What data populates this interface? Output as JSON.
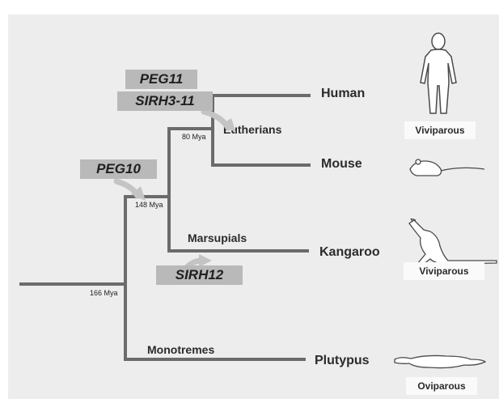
{
  "genes": {
    "peg11": "PEG11",
    "sirh3_11": "SIRH3-11",
    "peg10": "PEG10",
    "sirh12": "SIRH12"
  },
  "times": {
    "t166": "166 Mya",
    "t148": "148 Mya",
    "t80": "80 Mya"
  },
  "clades": {
    "eutherians": "Eutherians",
    "marsupials": "Marsupials",
    "monotremes": "Monotremes"
  },
  "species": {
    "human": "Human",
    "mouse": "Mouse",
    "kangaroo": "Kangaroo",
    "platypus": "Plutypus"
  },
  "reproduction": {
    "eutherian": "Viviparous",
    "marsupial": "Viviparous",
    "monotreme": "Oviparous"
  },
  "icons": {
    "human": "human-silhouette-icon",
    "mouse": "mouse-silhouette-icon",
    "kangaroo": "kangaroo-silhouette-icon",
    "platypus": "platypus-silhouette-icon"
  },
  "colors": {
    "panel": "#ededed",
    "branch": "#6b6b6b",
    "gene_box": "#b9b9b9",
    "arrow": "#c4c4c4"
  }
}
